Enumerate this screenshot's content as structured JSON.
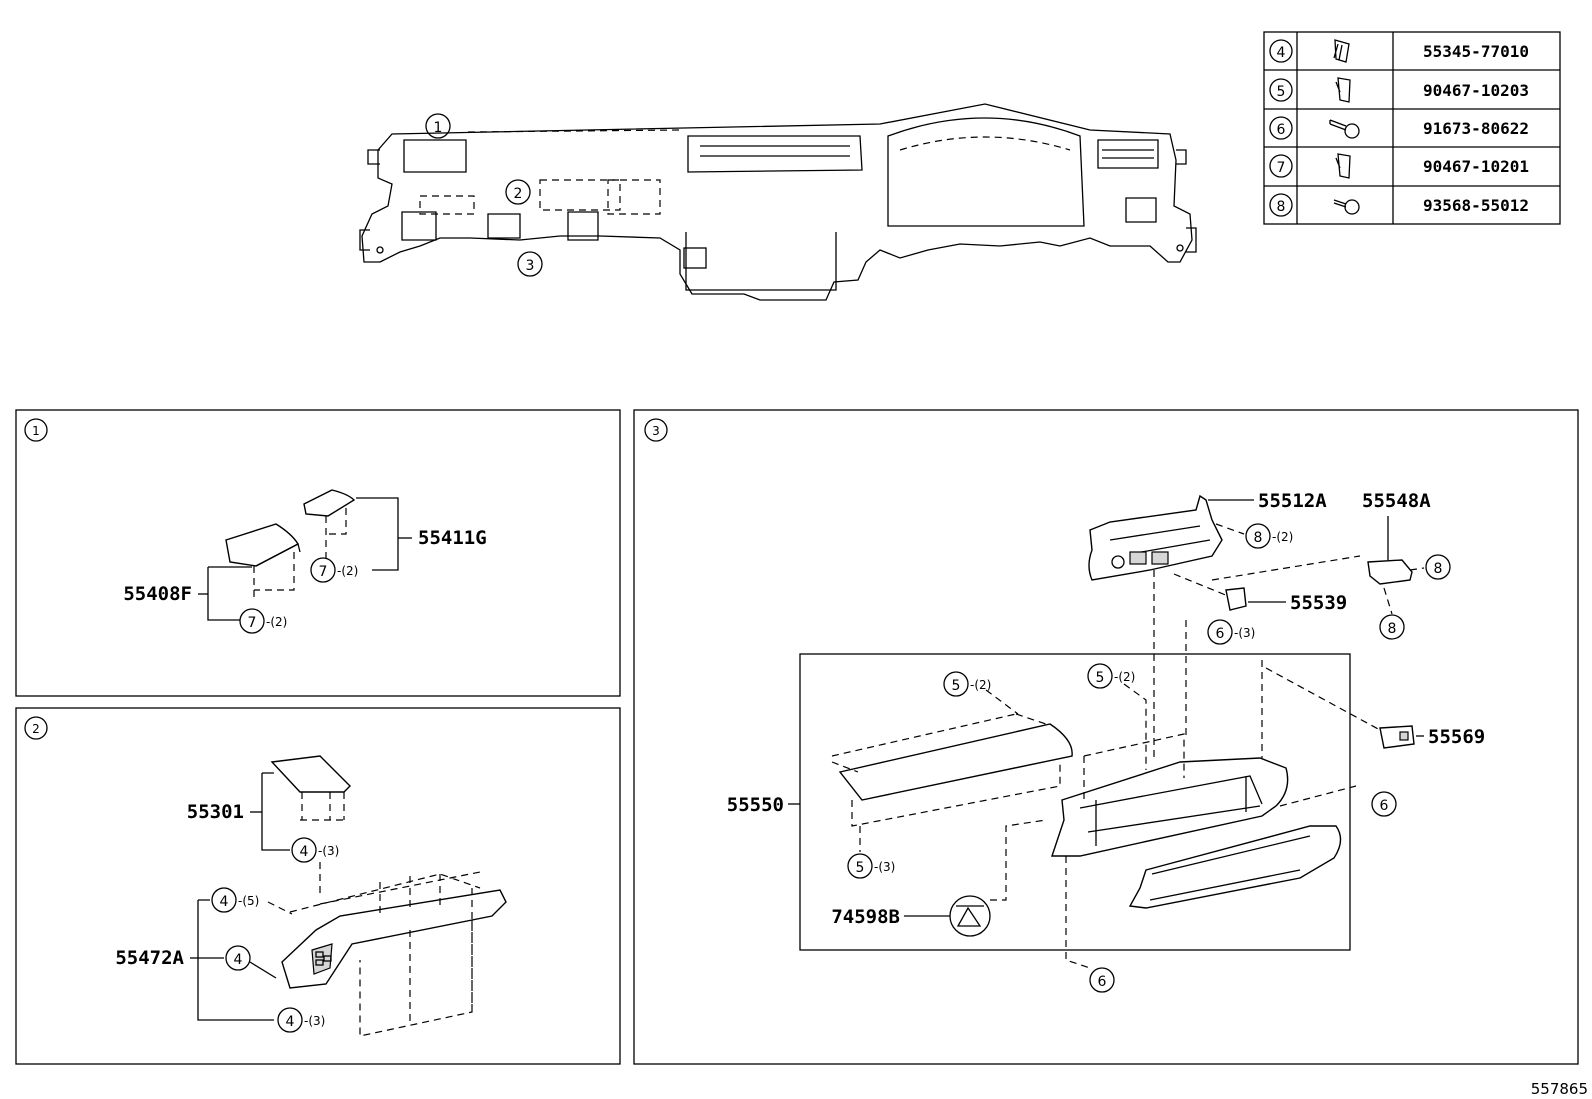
{
  "fastener_table": [
    {
      "ref": "4",
      "icon": "clip-icon",
      "part": "55345-77010"
    },
    {
      "ref": "5",
      "icon": "nut-clip-icon",
      "part": "90467-10203"
    },
    {
      "ref": "6",
      "icon": "bolt-icon",
      "part": "91673-80622"
    },
    {
      "ref": "7",
      "icon": "nut-clip-icon",
      "part": "90467-10201"
    },
    {
      "ref": "8",
      "icon": "screw-icon",
      "part": "93568-55012"
    }
  ],
  "overview": {
    "callouts": [
      "1",
      "2",
      "3"
    ]
  },
  "panel1": {
    "label": "1",
    "parts": {
      "p55408F": "55408F",
      "p55411G": "55411G"
    },
    "callouts": {
      "c7a": "7",
      "q7a": "-(2)",
      "c7b": "7",
      "q7b": "-(2)"
    }
  },
  "panel2": {
    "label": "2",
    "parts": {
      "p55301": "55301",
      "p55472A": "55472A"
    },
    "callouts": {
      "c4a": "4",
      "q4a": "-(3)",
      "c4b": "4",
      "q4b": "-(5)",
      "c4c": "4",
      "c4d": "4",
      "q4d": "-(3)"
    }
  },
  "panel3": {
    "label": "3",
    "parts": {
      "p55512A": "55512A",
      "p55548A": "55548A",
      "p55539": "55539",
      "p55569": "55569",
      "p55550": "55550",
      "p74598B": "74598B"
    },
    "callouts": {
      "c8a": "8",
      "q8a": "-(2)",
      "c8b": "8",
      "c8c": "8",
      "c6a": "6",
      "q6a": "-(3)",
      "c6b": "6",
      "c6c": "6",
      "c5a": "5",
      "q5a": "-(2)",
      "c5b": "5",
      "q5b": "-(2)",
      "c5c": "5",
      "q5c": "-(3)"
    }
  },
  "diagram_id": "557865"
}
